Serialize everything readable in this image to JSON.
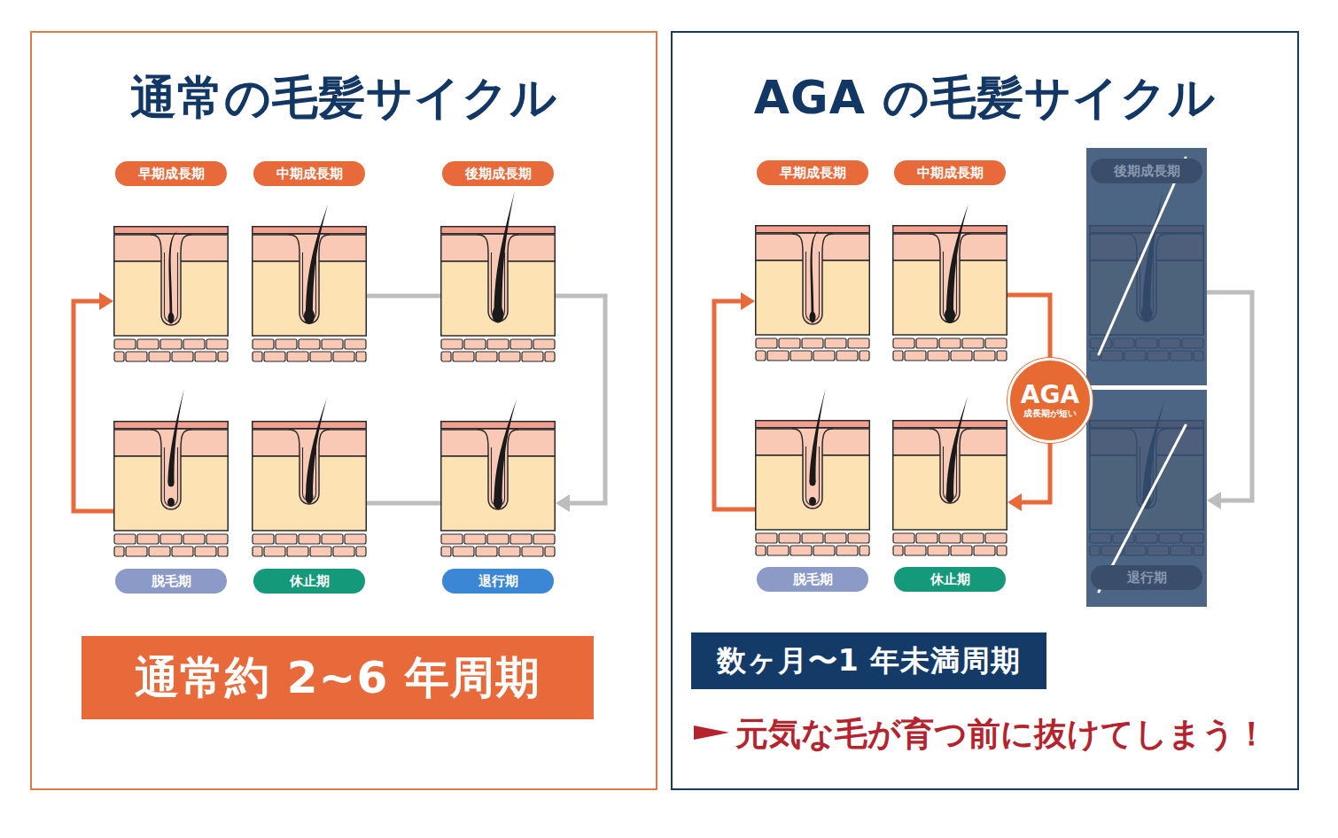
{
  "diagram": {
    "nodes": [
      {
        "text": [
          "通常の毛髪サイクル"
        ]
      },
      {
        "text": [
          "早期成長期"
        ],
        "in": 0
      },
      {
        "text": [
          "中期成長期"
        ],
        "in": 0
      },
      {
        "text": [
          "後期成長期"
        ],
        "in": 0
      },
      {
        "text": [
          "脱毛期"
        ],
        "in": 0
      },
      {
        "text": [
          "休止期"
        ],
        "in": 0
      },
      {
        "text": [
          "退行期"
        ],
        "in": 0
      },
      {
        "text": [
          "通常約 2~6 年周期"
        ],
        "in": 0
      },
      {
        "text": [
          "AGA の毛髪サイクル"
        ]
      },
      {
        "text": [
          "早期成長期"
        ],
        "in": 8
      },
      {
        "text": [
          "中期成長期"
        ],
        "in": 8
      },
      {
        "text": [
          "後期成長期"
        ],
        "in": 8
      },
      {
        "text": [
          "AGA",
          "成長期が短い"
        ],
        "in": 8
      },
      {
        "text": [
          "脱毛期"
        ],
        "in": 8
      },
      {
        "text": [
          "休止期"
        ],
        "in": 8
      },
      {
        "text": [
          "退行期"
        ],
        "in": 8
      },
      {
        "text": [
          "数ヶ月〜1 年未満周期"
        ],
        "in": 8
      }
    ],
    "edges": [
      {
        "from": 2,
        "to": 3,
        "arrow": "none"
      },
      {
        "from": 3,
        "to": 6,
        "arrow": "to"
      },
      {
        "from": 6,
        "to": 5,
        "arrow": "none"
      },
      {
        "from": 4,
        "to": 1,
        "arrow": "to"
      },
      {
        "from": 10,
        "to": 12,
        "arrow": "none"
      },
      {
        "from": 12,
        "to": 14,
        "arrow": "to"
      },
      {
        "from": 11,
        "to": 15,
        "arrow": "to"
      },
      {
        "from": 13,
        "to": 9,
        "arrow": "to"
      }
    ],
    "labels": [
      "元気な毛が育つ前に抜けてしまう！"
    ]
  }
}
